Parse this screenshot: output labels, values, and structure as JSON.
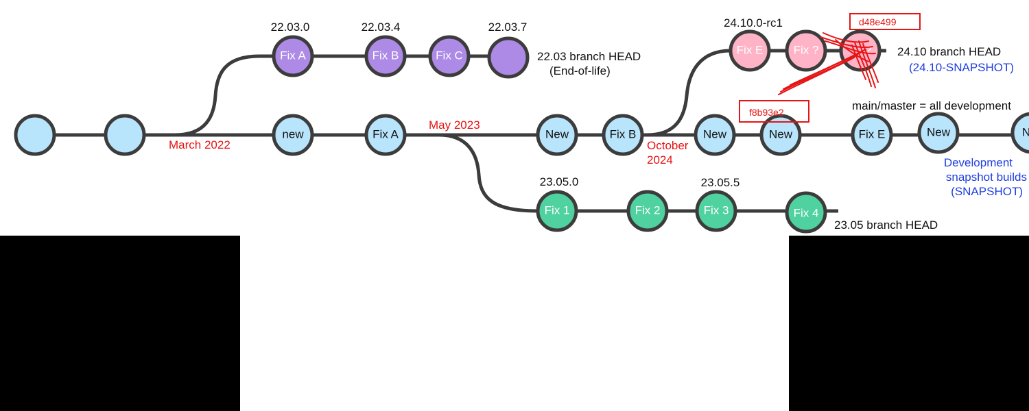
{
  "colors": {
    "line": "#3c3c3c",
    "main": "#b8e4fc",
    "branch_22_03": "#ac8ae6",
    "branch_24_10": "#ffb3c6",
    "branch_23_05": "#4fd1a0",
    "annotation_red": "#e61414",
    "snapshot_blue": "#1f3fe0"
  },
  "main": {
    "nodes": [
      "",
      "",
      "new",
      "Fix A",
      "New",
      "Fix B",
      "New",
      "New",
      "Fix E",
      "New",
      "N"
    ],
    "label": "main/master = all development",
    "snapshot": [
      "Development",
      "snapshot builds",
      "(SNAPSHOT)"
    ]
  },
  "branch_22_03": {
    "nodes": [
      "Fix A",
      "Fix B",
      "Fix C",
      ""
    ],
    "tags": [
      "22.03.0",
      "22.03.4",
      "22.03.7"
    ],
    "head_label": "22.03 branch HEAD",
    "status": "(End-of-life)"
  },
  "branch_24_10": {
    "nodes": [
      "Fix E",
      "Fix ?",
      "?"
    ],
    "tag": "24.10.0-rc1",
    "head_label": "24.10 branch HEAD",
    "snapshot": "(24.10-SNAPSHOT)"
  },
  "branch_23_05": {
    "nodes": [
      "Fix 1",
      "Fix 2",
      "Fix 3",
      "Fix 4"
    ],
    "tags": [
      "23.05.0",
      "23.05.5"
    ],
    "head_label": "23.05 branch HEAD"
  },
  "dates": {
    "march_2022": "March 2022",
    "may_2023": "May 2023",
    "october_2024": [
      "October",
      "2024"
    ]
  },
  "commits": {
    "main_hash": "f8b93e2",
    "head_24_10_hash": "d48e499"
  }
}
